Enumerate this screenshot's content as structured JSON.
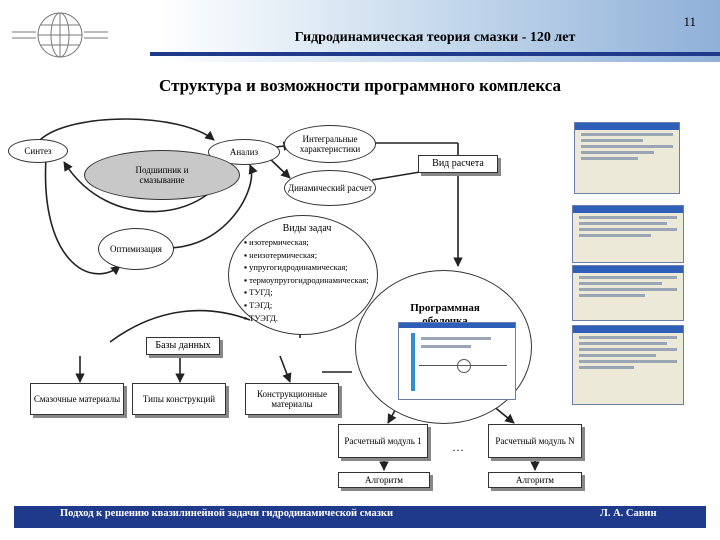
{
  "header": {
    "slide_number": "11",
    "top_title": "Гидродинамическая теория смазки - 120 лет",
    "main_title": "Структура и возможности программного комплекса"
  },
  "nodes": {
    "synthesis": "Синтез",
    "analysis": "Анализ",
    "bearing": "Подшипник и смазывание",
    "optimization": "Оптимизация",
    "integral": "Интегральные характеристики",
    "calc_type": "Вид расчета",
    "dynamic": "Динамический расчет",
    "databases": "Базы данных",
    "lubricants": "Смазочные материалы",
    "constructions": "Типы конструкций",
    "materials": "Конструкционные материалы",
    "module1": "Расчетный модуль 1",
    "moduleN": "Расчетный модуль N",
    "dots": "…",
    "algo1": "Алгоритм",
    "algoN": "Алгоритм",
    "shell": "Программная оболочка"
  },
  "tasks": {
    "title": "Виды задач",
    "items": [
      "изотермическая;",
      "неизотермическая;",
      "упругогидродинамическая;",
      "термоупругогидродинамическая;",
      "ТУГД;",
      "ТЭГД;",
      "ТУЭГД."
    ]
  },
  "footer": {
    "left": "Подход к решению квазилинейной задачи гидродинамической смазки",
    "right": "Л. А. Савин"
  },
  "colors": {
    "accent": "#1f3a8a",
    "gray": "#c8c8c8"
  }
}
